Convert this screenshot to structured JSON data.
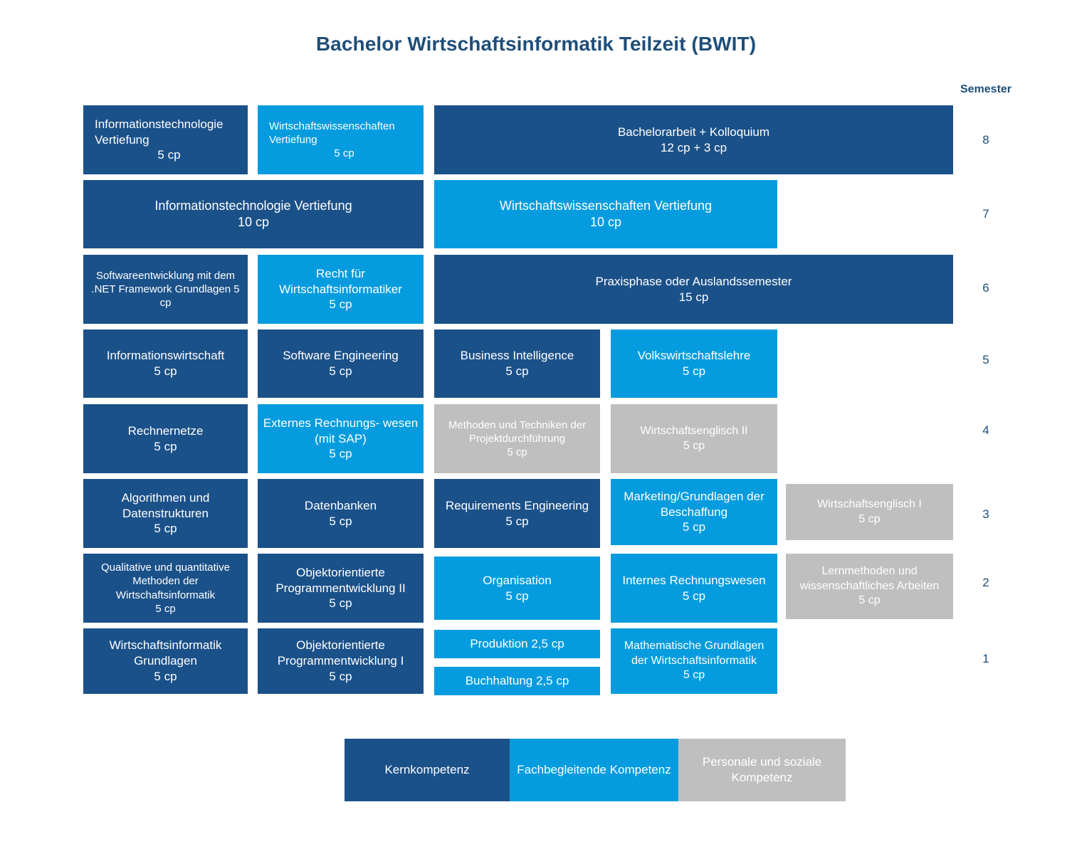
{
  "title": "Bachelor Wirtschaftsinformatik Teilzeit (BWIT)",
  "semester_header": "Semester",
  "colors": {
    "core": "#1B5189",
    "accompanying": "#049CDE",
    "social": "#BFBFBF",
    "title_text": "#1F4E79"
  },
  "semesters": [
    {
      "number": "8",
      "modules": [
        {
          "name": "Informationstechnologie Vertiefung",
          "cp": "5 cp",
          "category": "core"
        },
        {
          "name": "Wirtschaftswissenschaften Vertiefung",
          "cp": "5 cp",
          "category": "accompanying"
        },
        {
          "name": "Bachelorarbeit + Kolloquium",
          "cp": "12 cp + 3 cp",
          "category": "core"
        }
      ]
    },
    {
      "number": "7",
      "modules": [
        {
          "name": "Informationstechnologie Vertiefung",
          "cp": "10 cp",
          "category": "core"
        },
        {
          "name": "Wirtschaftswissenschaften Vertiefung",
          "cp": "10 cp",
          "category": "accompanying"
        }
      ]
    },
    {
      "number": "6",
      "modules": [
        {
          "name": "Softwareentwicklung mit dem .NET Framework Grundlagen  5 cp",
          "cp": "",
          "category": "core"
        },
        {
          "name": "Recht für Wirtschaftsinformatiker",
          "cp": "5 cp",
          "category": "accompanying"
        },
        {
          "name": "Praxisphase oder Auslandssemester",
          "cp": "15 cp",
          "category": "core"
        }
      ]
    },
    {
      "number": "5",
      "modules": [
        {
          "name": "Informationswirtschaft",
          "cp": "5 cp",
          "category": "core"
        },
        {
          "name": "Software Engineering",
          "cp": "5 cp",
          "category": "core"
        },
        {
          "name": "Business Intelligence",
          "cp": "5 cp",
          "category": "core"
        },
        {
          "name": "Volkswirtschaftslehre",
          "cp": "5 cp",
          "category": "accompanying"
        }
      ]
    },
    {
      "number": "4",
      "modules": [
        {
          "name": "Rechnernetze",
          "cp": "5 cp",
          "category": "core"
        },
        {
          "name": "Externes Rechnungs- wesen (mit SAP)",
          "cp": "5 cp",
          "category": "accompanying"
        },
        {
          "name": "Methoden und Techniken der Projektdurchführung",
          "cp": "5 cp",
          "category": "social"
        },
        {
          "name": "Wirtschaftsenglisch II",
          "cp": "5 cp",
          "category": "social"
        }
      ]
    },
    {
      "number": "3",
      "modules": [
        {
          "name": "Algorithmen und Datenstrukturen",
          "cp": "5 cp",
          "category": "core"
        },
        {
          "name": "Datenbanken",
          "cp": "5 cp",
          "category": "core"
        },
        {
          "name": "Requirements Engineering",
          "cp": "5 cp",
          "category": "core"
        },
        {
          "name": "Marketing/Grundlagen der Beschaffung",
          "cp": "5 cp",
          "category": "accompanying"
        },
        {
          "name": "Wirtschaftsenglisch I",
          "cp": "5 cp",
          "category": "social"
        }
      ]
    },
    {
      "number": "2",
      "modules": [
        {
          "name": "Qualitative und quantitative Methoden der Wirtschaftsinformatik",
          "cp": "5 cp",
          "category": "core"
        },
        {
          "name": "Objektorientierte Programmentwicklung II",
          "cp": "5 cp",
          "category": "core"
        },
        {
          "name": "Organisation",
          "cp": "5 cp",
          "category": "accompanying"
        },
        {
          "name": "Internes Rechnungswesen",
          "cp": "5 cp",
          "category": "accompanying"
        },
        {
          "name": "Lernmethoden und wissenschaftliches Arbeiten",
          "cp": "5 cp",
          "category": "social"
        }
      ]
    },
    {
      "number": "1",
      "modules": [
        {
          "name": "Wirtschaftsinformatik Grundlagen",
          "cp": "5 cp",
          "category": "core"
        },
        {
          "name": "Objektorientierte Programmentwicklung I",
          "cp": "5 cp",
          "category": "core"
        },
        {
          "name": "Produktion 2,5 cp",
          "cp": "",
          "category": "accompanying"
        },
        {
          "name": "Buchhaltung 2,5 cp",
          "cp": "",
          "category": "accompanying"
        },
        {
          "name": "Mathematische Grundlagen der Wirtschaftsinformatik",
          "cp": "5 cp",
          "category": "accompanying"
        }
      ]
    }
  ],
  "legend": [
    {
      "label": "Kernkompetenz",
      "category": "core"
    },
    {
      "label": "Fachbegleitende Kompetenz",
      "category": "accompanying"
    },
    {
      "label": "Personale und soziale Kompetenz",
      "category": "social"
    }
  ]
}
